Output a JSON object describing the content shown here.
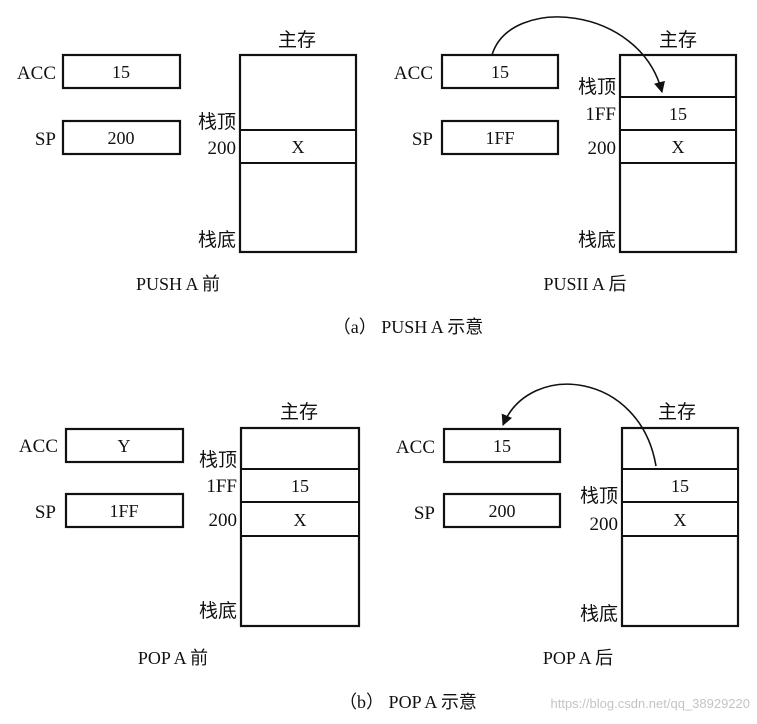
{
  "panels": {
    "push_before": {
      "memory_title": "主存",
      "acc_label": "ACC",
      "acc_value": "15",
      "sp_label": "SP",
      "sp_value": "200",
      "stack_top_label": "栈顶",
      "cells": [
        {
          "addr": "200",
          "value": "X"
        }
      ],
      "stack_bottom_label": "栈底",
      "caption": "PUSH A 前"
    },
    "push_after": {
      "memory_title": "主存",
      "acc_label": "ACC",
      "acc_value": "15",
      "sp_label": "SP",
      "sp_value": "1FF",
      "stack_top_label": "栈顶",
      "cells": [
        {
          "addr": "1FF",
          "value": "15"
        },
        {
          "addr": "200",
          "value": "X"
        }
      ],
      "stack_bottom_label": "栈底",
      "caption": "PUSII A 后"
    },
    "pop_before": {
      "memory_title": "主存",
      "acc_label": "ACC",
      "acc_value": "Y",
      "sp_label": "SP",
      "sp_value": "1FF",
      "stack_top_label": "栈顶",
      "cells": [
        {
          "addr": "1FF",
          "value": "15"
        },
        {
          "addr": "200",
          "value": "X"
        }
      ],
      "stack_bottom_label": "栈底",
      "caption": "POP A 前"
    },
    "pop_after": {
      "memory_title": "主存",
      "acc_label": "ACC",
      "acc_value": "15",
      "sp_label": "SP",
      "sp_value": "200",
      "stack_top_label": "栈顶",
      "cells": [
        {
          "addr": "",
          "value": "15"
        },
        {
          "addr": "200",
          "value": "X"
        }
      ],
      "stack_bottom_label": "栈底",
      "caption": "POP A 后"
    }
  },
  "figure_captions": {
    "a": "（a） PUSH A 示意",
    "b": "（b） POP A 示意"
  },
  "watermark": "https://blog.csdn.net/qq_38929220"
}
